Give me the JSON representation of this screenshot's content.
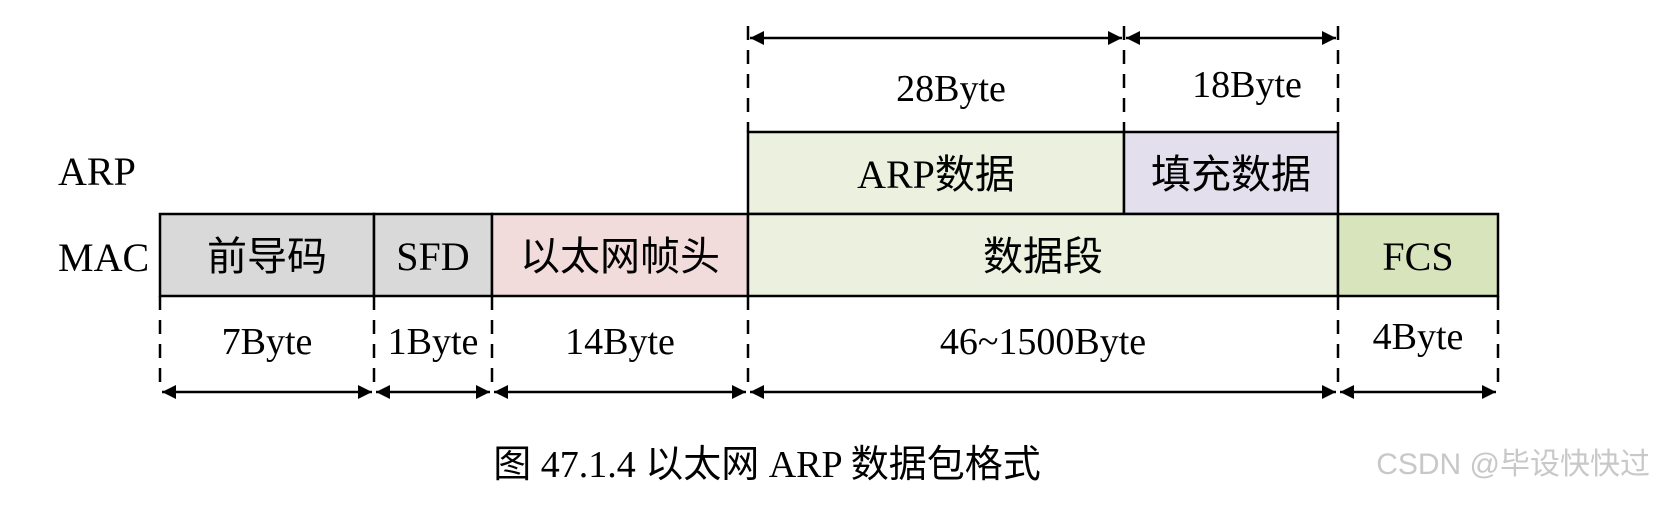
{
  "rows": {
    "arp_label": "ARP",
    "mac_label": "MAC"
  },
  "arp_fields": [
    {
      "label": "ARP数据",
      "size": "28Byte",
      "color": "#ebf1de"
    },
    {
      "label": "填充数据",
      "size": "18Byte",
      "color": "#e4dfec"
    }
  ],
  "mac_fields": [
    {
      "label": "前导码",
      "size": "7Byte",
      "color": "#d9d9d9"
    },
    {
      "label": "SFD",
      "size": "1Byte",
      "color": "#d9d9d9"
    },
    {
      "label": "以太网帧头",
      "size": "14Byte",
      "color": "#f2dcdb"
    },
    {
      "label": "数据段",
      "size": "46~1500Byte",
      "color": "#ebf1de"
    },
    {
      "label": "FCS",
      "size": "4Byte",
      "color": "#d8e4bc"
    }
  ],
  "caption": "图 47.1.4 以太网 ARP 数据包格式",
  "watermark": "CSDN @毕设快快过"
}
